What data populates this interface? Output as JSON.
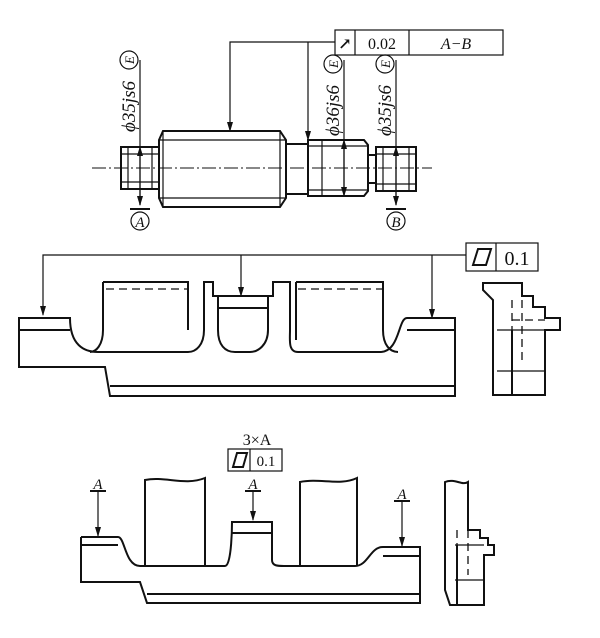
{
  "shaft": {
    "runout_symbol": "↗",
    "runout_tolerance": "0.02",
    "runout_datum": "A−B",
    "dim_left": "ϕ35js6",
    "dim_middle": "ϕ36js6",
    "dim_right": "ϕ35js6",
    "envelope_symbol": "E",
    "datum_a": "A",
    "datum_b": "B"
  },
  "plate_top": {
    "flatness_symbol": "▱",
    "flatness_tolerance": "0.1"
  },
  "plate_bottom": {
    "multiplier": "3×A",
    "flatness_symbol": "▱",
    "flatness_tolerance": "0.1",
    "datum_labels": [
      "A",
      "A",
      "A"
    ]
  }
}
